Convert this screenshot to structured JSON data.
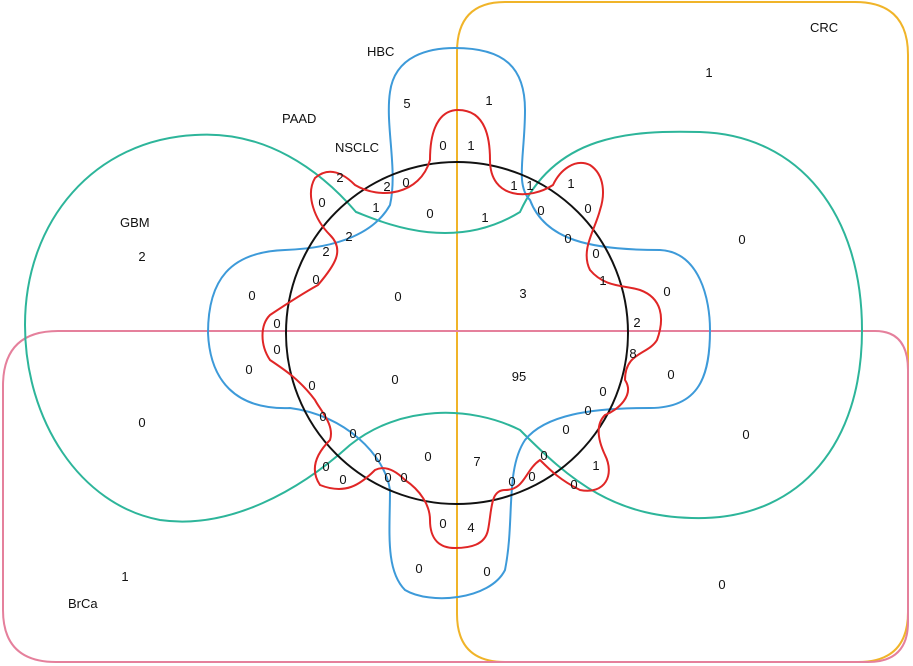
{
  "colors": {
    "CRC": "#f0b429",
    "BrCa": "#e5809c",
    "GBM": "#2db59a",
    "HBC": "#3d9ad9",
    "NSCLC": "#e02626",
    "PAAD": "#111111"
  },
  "sets": [
    {
      "id": "crc",
      "label": "CRC"
    },
    {
      "id": "hbc",
      "label": "HBC"
    },
    {
      "id": "paad",
      "label": "PAAD"
    },
    {
      "id": "nsclc",
      "label": "NSCLC"
    },
    {
      "id": "gbm",
      "label": "GBM"
    },
    {
      "id": "brca",
      "label": "BrCa"
    }
  ],
  "counts": [
    "1",
    "5",
    "1",
    "0",
    "1",
    "2",
    "2",
    "0",
    "1",
    "1",
    "1",
    "2",
    "0",
    "1",
    "0",
    "0",
    "1",
    "0",
    "0",
    "2",
    "2",
    "0",
    "0",
    "0",
    "1",
    "0",
    "0",
    "0",
    "3",
    "2",
    "0",
    "8",
    "0",
    "0",
    "95",
    "0",
    "0",
    "0",
    "0",
    "0",
    "0",
    "0",
    "0",
    "0",
    "0",
    "7",
    "0",
    "0",
    "0",
    "0",
    "1",
    "0",
    "0",
    "0",
    "0",
    "0",
    "4",
    "0",
    "0",
    "0",
    "0",
    "1",
    "0"
  ]
}
